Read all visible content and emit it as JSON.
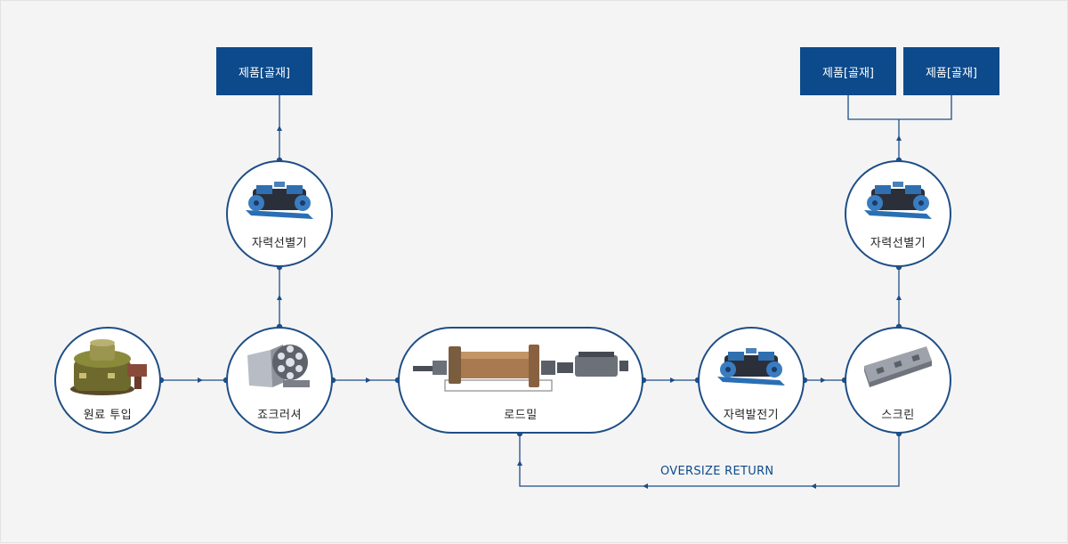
{
  "nodes": {
    "raw_input": "원료 투입",
    "jaw_crusher": "죠크러셔",
    "magnetic_separator_1": "자력선별기",
    "rod_mill": "로드밀",
    "magnetic_generator": "자력발전기",
    "screen": "스크린",
    "magnetic_separator_2": "자력선별기"
  },
  "products": {
    "product_1": "제품[골재]",
    "product_2": "제품[골재]",
    "product_3": "제품[골재]"
  },
  "return_label": "OVERSIZE RETURN",
  "colors": {
    "line": "#1e4e86",
    "box": "#0d4a8c",
    "background": "#f4f4f4"
  },
  "icons": [
    "crusher-machine-icon",
    "jaw-crusher-icon",
    "magnetic-separator-icon",
    "rod-mill-icon",
    "screen-icon"
  ]
}
